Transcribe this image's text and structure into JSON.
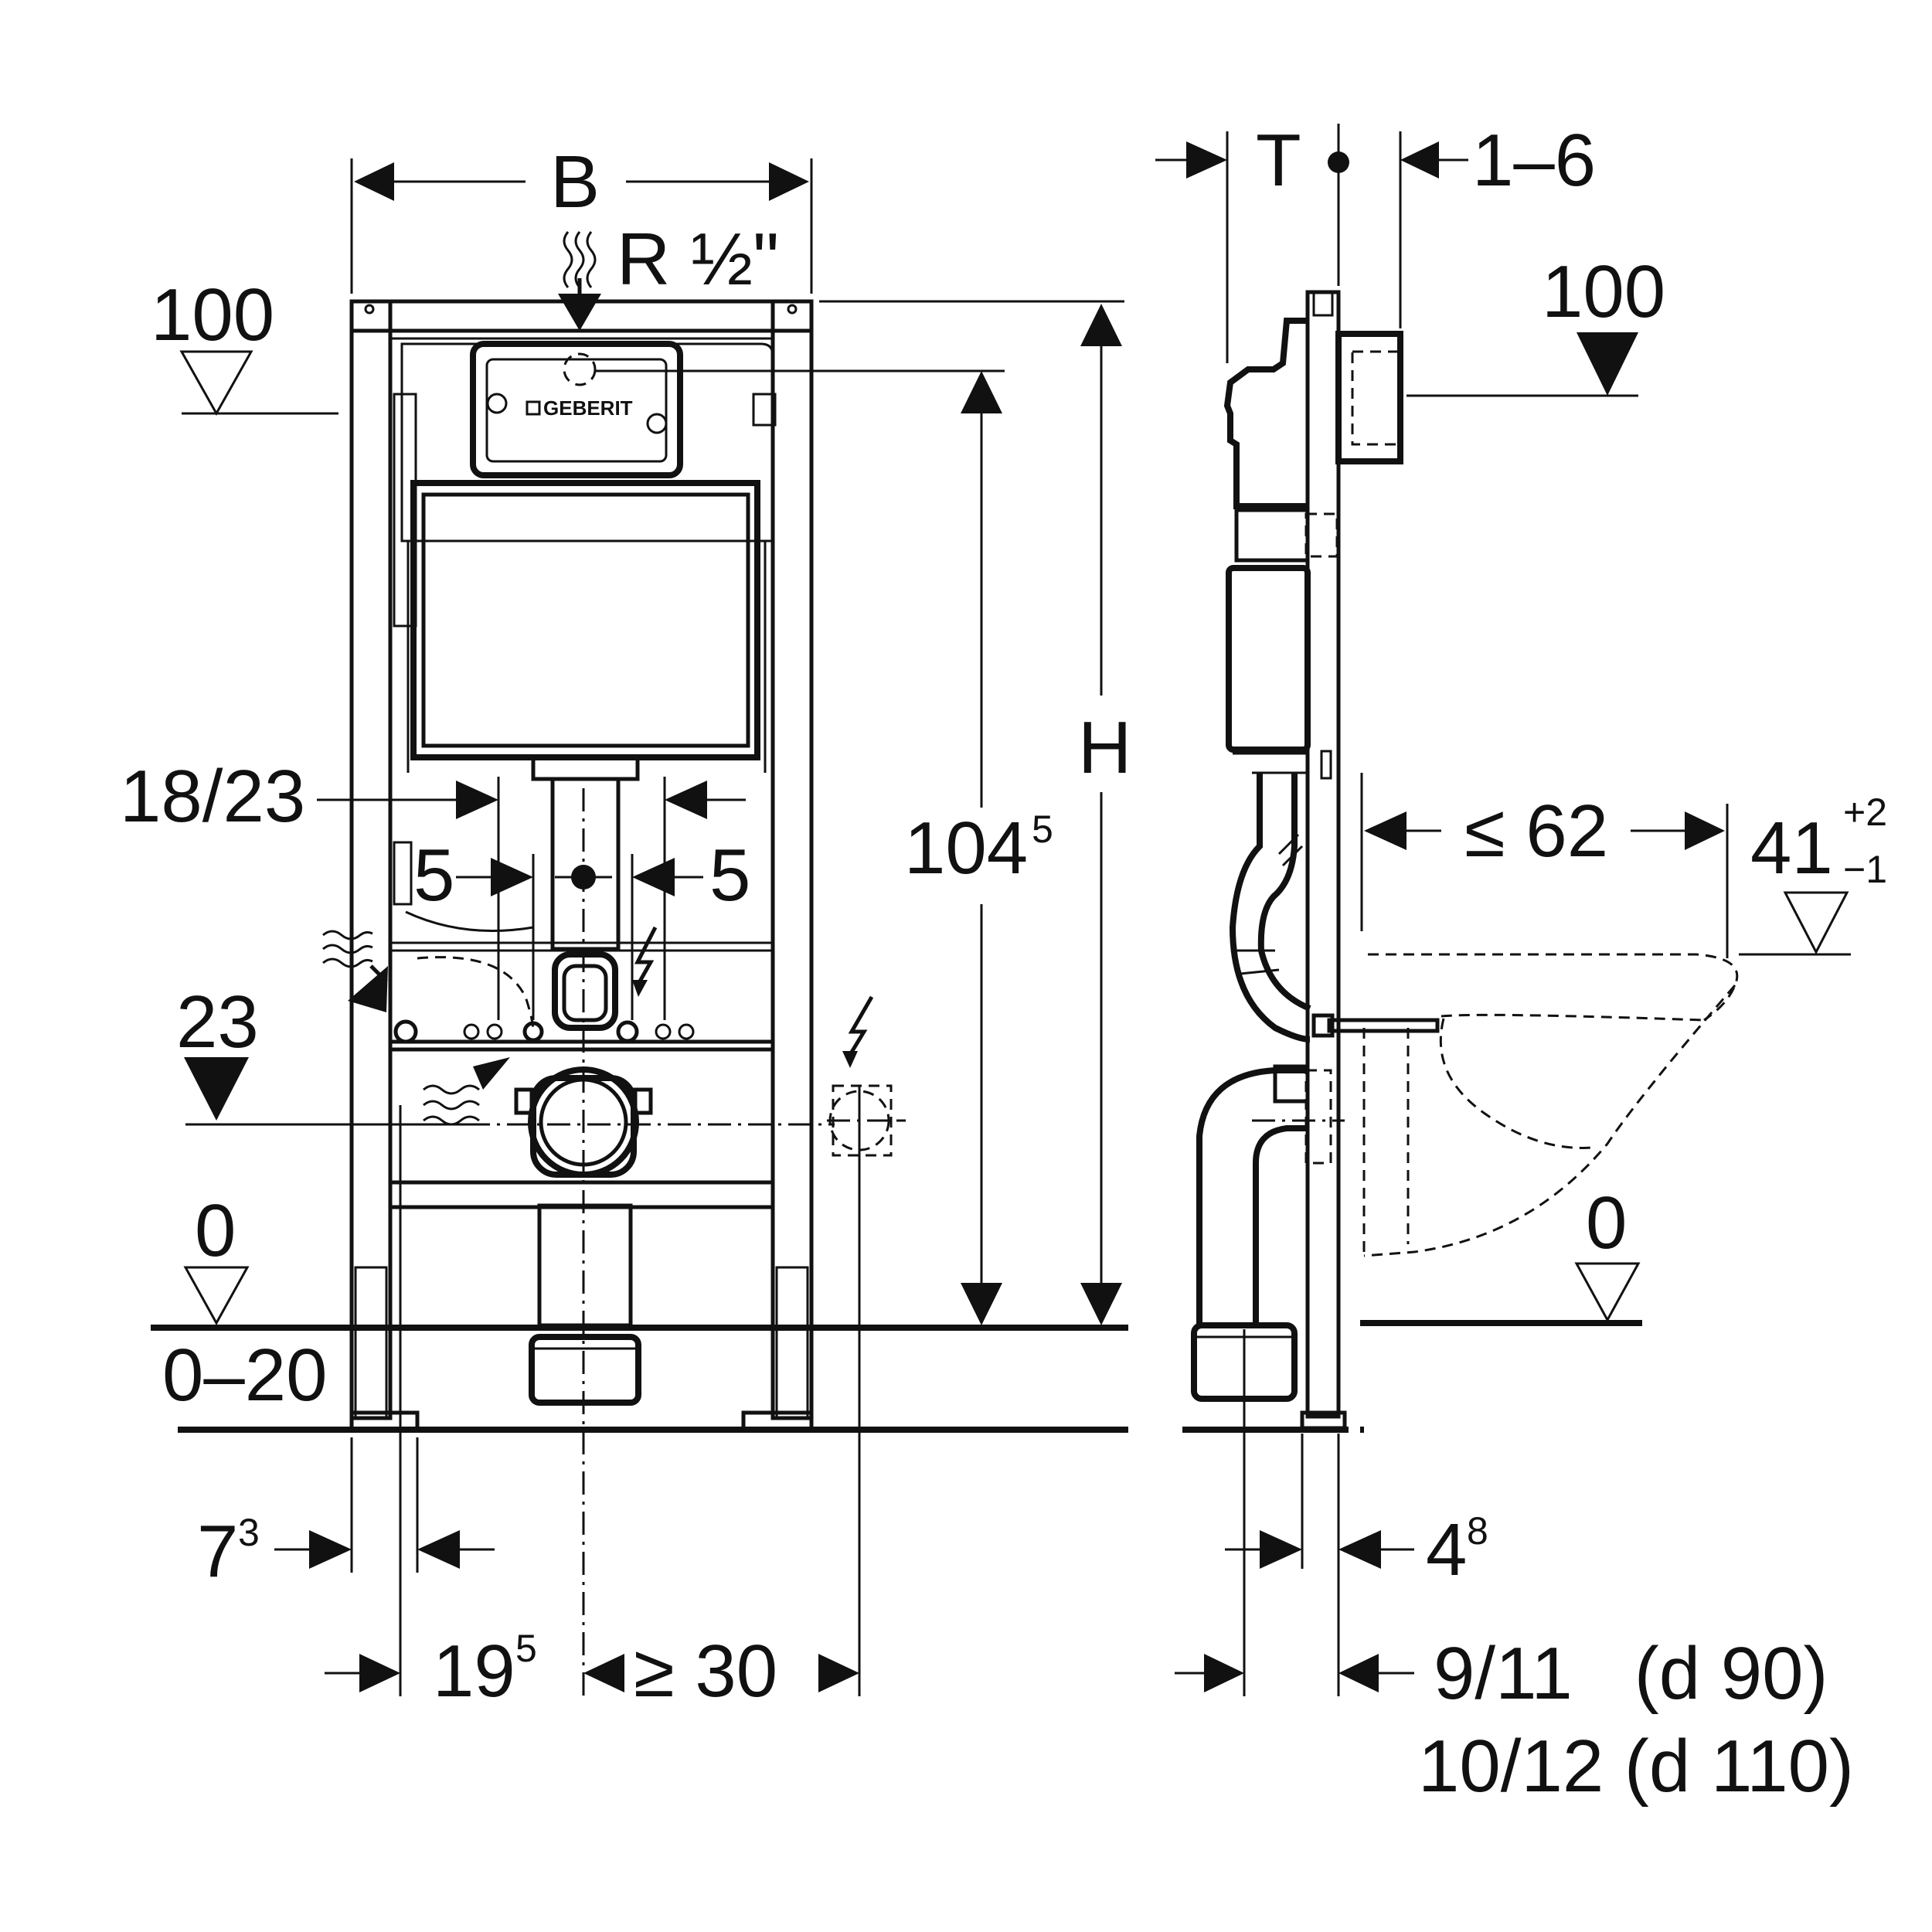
{
  "front_view": {
    "width_label": "B",
    "water_connection": "R ½\"",
    "level_100": "100",
    "level_23": "23",
    "level_0": "0",
    "floor_range": "0–20",
    "spacing_18_23": "18/23",
    "offset_left": "5",
    "offset_right": "5",
    "height_104_main": "104",
    "height_104_sup": "5",
    "height_label": "H",
    "dim_7_main": "7",
    "dim_7_sup": "3",
    "dim_19_main": "19",
    "dim_19_sup": "5",
    "dim_min30": "≥ 30",
    "brand": "GEBERIT"
  },
  "side_view": {
    "depth_label": "T",
    "wall_gap": "1–6",
    "level_100": "100",
    "max_62": "≤ 62",
    "bowl_height_main": "41",
    "bowl_tol_plus": "+2",
    "bowl_tol_minus": "−1",
    "level_0": "0",
    "dim_4_main": "4",
    "dim_4_sup": "8",
    "pipe_d90": "9/11   (d 90)",
    "pipe_d110": "10/12 (d 110)"
  }
}
